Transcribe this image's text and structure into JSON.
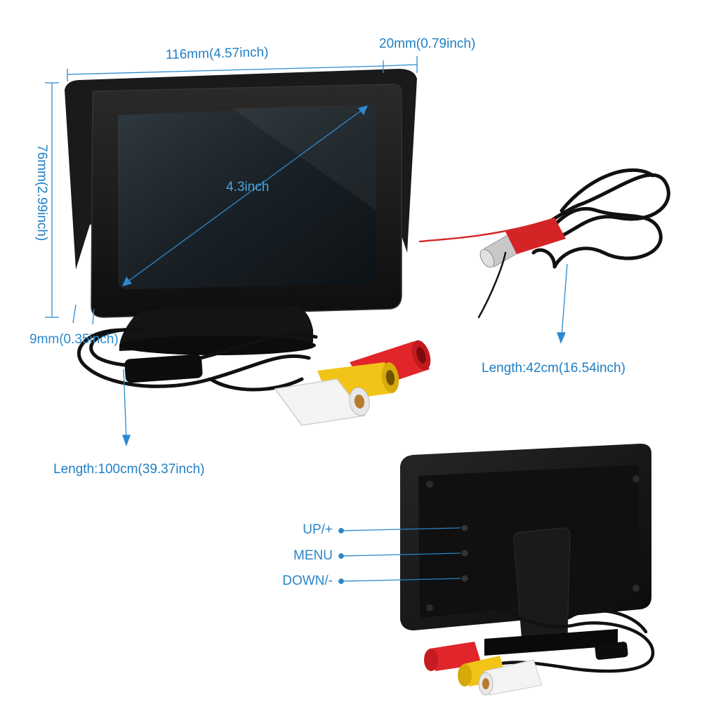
{
  "dimensions": {
    "width": "116mm(4.57inch)",
    "depth": "20mm(0.79inch)",
    "height": "76mm(2.99inch)",
    "bezel": "9mm(0.35inch)",
    "diagonal": "4.3inch"
  },
  "cables": {
    "monitor_cable": "Length:100cm(39.37inch)",
    "power_cable": "Length:42cm(16.54inch)"
  },
  "buttons": {
    "up": "UP/+",
    "menu": "MENU",
    "down": "DOWN/-"
  },
  "colors": {
    "annotation": "#1f7fc4",
    "monitor_body": "#151515",
    "rca_red": "#e0262a",
    "rca_yellow": "#f2c417",
    "rca_white": "#f4f4f4"
  }
}
